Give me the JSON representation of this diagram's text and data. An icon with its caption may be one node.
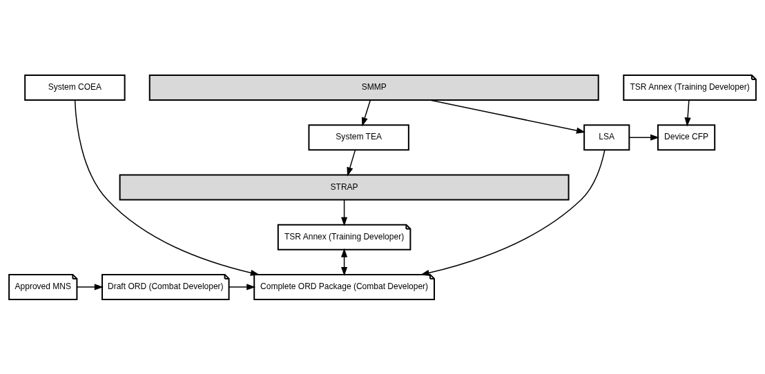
{
  "diagram": {
    "nodes": [
      {
        "text": [
          "STRAP"
        ]
      },
      {
        "text": [
          "TSR Annex (Training Developer)"
        ]
      },
      {
        "text": [
          "Approved MNS"
        ]
      },
      {
        "text": [
          "Draft ORD (Combat Developer)"
        ]
      },
      {
        "text": [
          "Complete ORD Package (Combat Developer)"
        ]
      },
      {
        "text": [
          "TSR Annex (Training Developer)"
        ]
      },
      {
        "text": [
          "System COEA"
        ]
      },
      {
        "text": [
          "System TEA"
        ]
      },
      {
        "text": [
          "LSA"
        ]
      },
      {
        "text": [
          "Device CFP"
        ]
      },
      {
        "text": [
          "SMMP"
        ]
      }
    ],
    "edges": [
      {
        "from": 0,
        "to": 1,
        "arrow": "to"
      },
      {
        "from": 2,
        "to": 3,
        "arrow": "to"
      },
      {
        "from": 3,
        "to": 4,
        "arrow": "to"
      },
      {
        "from": 1,
        "to": 4,
        "arrow": "both"
      },
      {
        "from": 6,
        "to": 4,
        "arrow": "to"
      },
      {
        "from": 7,
        "to": 0,
        "arrow": "to"
      },
      {
        "from": 10,
        "to": 7,
        "arrow": "to"
      },
      {
        "from": 10,
        "to": 8,
        "arrow": "to"
      },
      {
        "from": 8,
        "to": 4,
        "arrow": "to"
      },
      {
        "from": 8,
        "to": 9,
        "arrow": "to"
      },
      {
        "from": 5,
        "to": 9,
        "arrow": "to"
      }
    ]
  }
}
